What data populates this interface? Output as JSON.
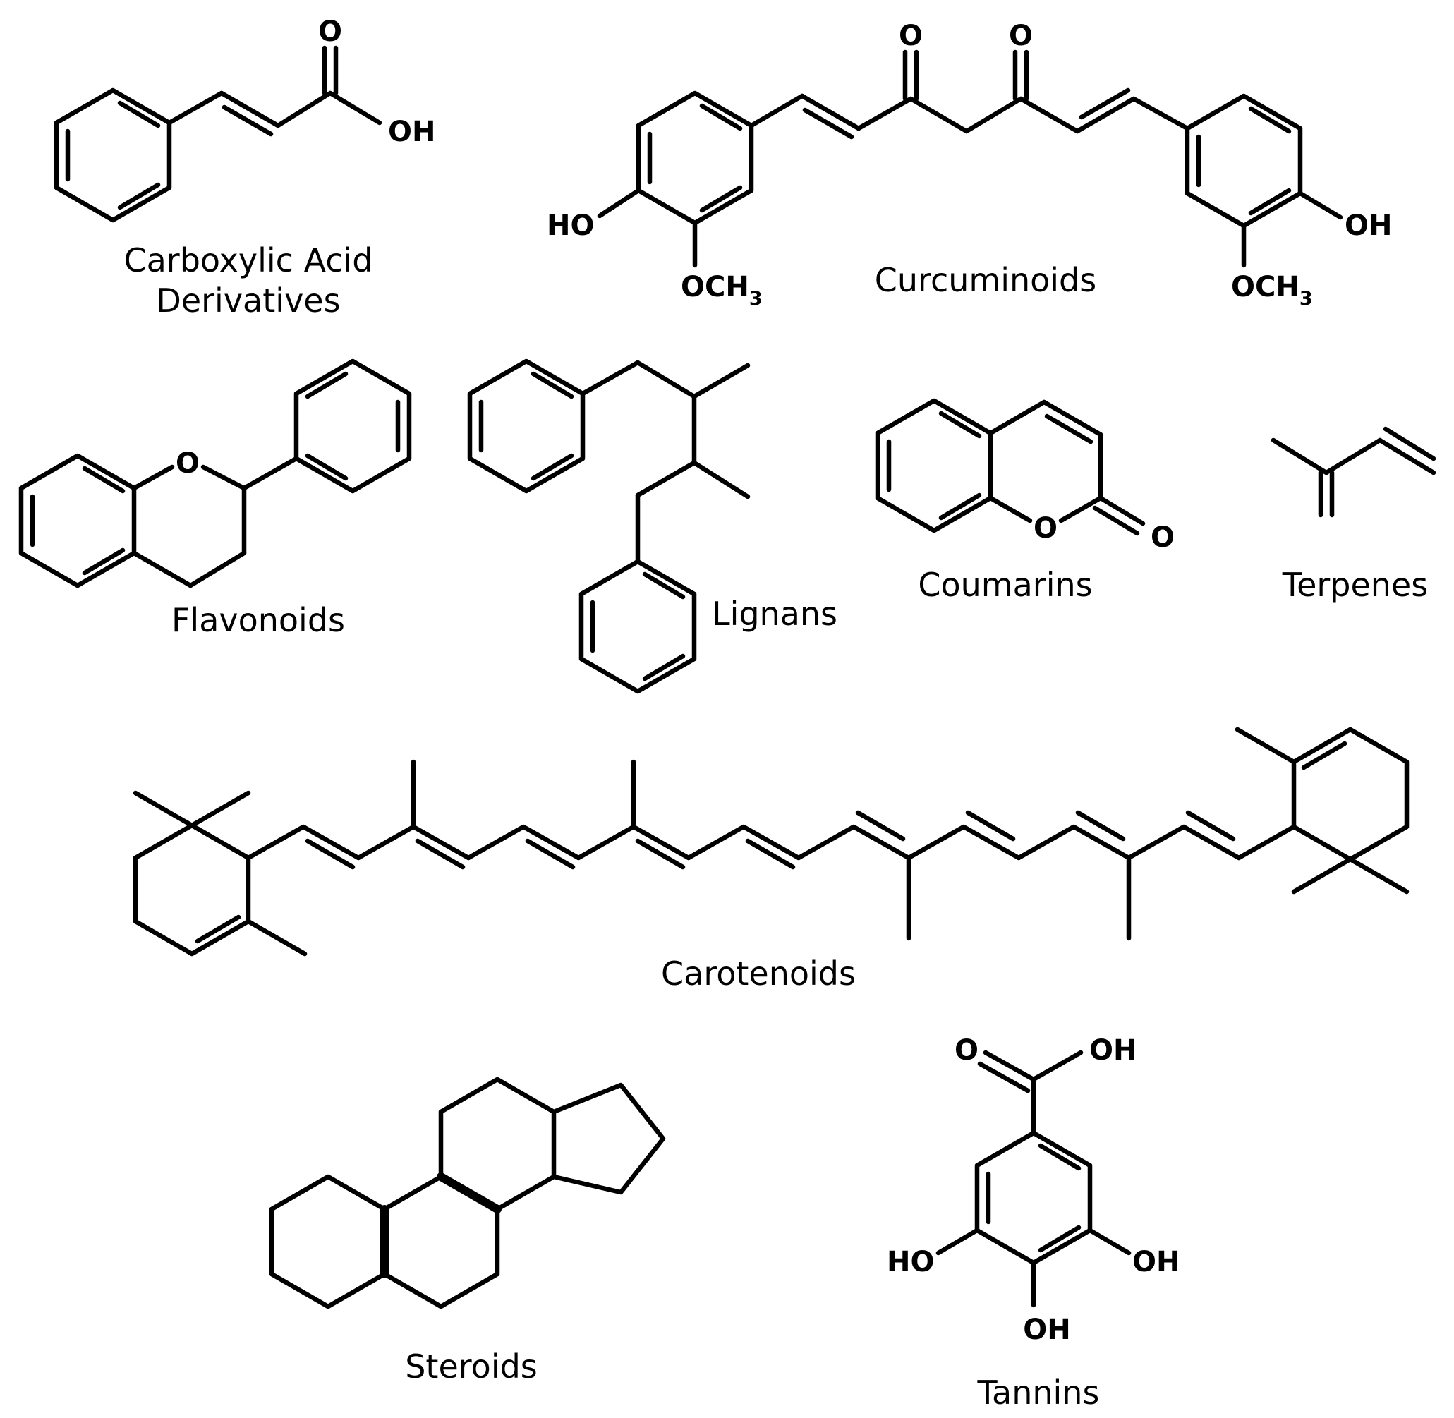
{
  "captions": {
    "carboxylic_line1": "Carboxylic Acid",
    "carboxylic_line2": "Derivatives",
    "curcuminoids": "Curcuminoids",
    "flavonoids": "Flavonoids",
    "lignans": "Lignans",
    "coumarins": "Coumarins",
    "terpenes": "Terpenes",
    "carotenoids": "Carotenoids",
    "steroids": "Steroids",
    "tannins": "Tannins"
  },
  "atoms": {
    "carbonyl_o": "O",
    "hydroxyl": "OH",
    "hydroxyl_left": "HO",
    "ring_o": "O",
    "methoxy_main": "OCH",
    "methoxy_sub": "3"
  }
}
